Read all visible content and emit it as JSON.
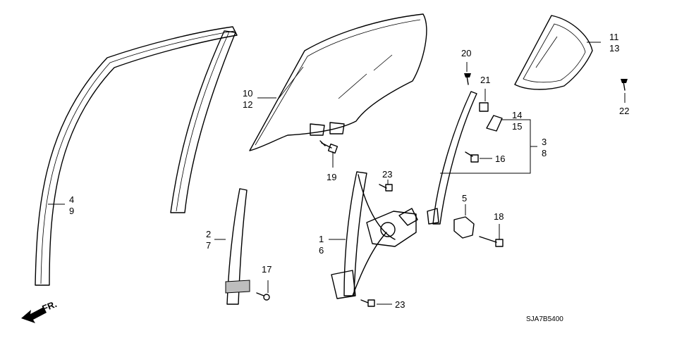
{
  "labels": {
    "p1": "1",
    "p6": "6",
    "p2": "2",
    "p7": "7",
    "p3": "3",
    "p8": "8",
    "p4": "4",
    "p9": "9",
    "p5": "5",
    "p10": "10",
    "p12": "12",
    "p11": "11",
    "p13": "13",
    "p14": "14",
    "p15": "15",
    "p16": "16",
    "p17": "17",
    "p18": "18",
    "p19": "19",
    "p20": "20",
    "p21": "21",
    "p22": "22",
    "p23a": "23",
    "p23b": "23"
  },
  "direction_label": "FR.",
  "diagram_code": "SJA7B5400",
  "icons": [
    "front-direction-arrow-icon"
  ]
}
